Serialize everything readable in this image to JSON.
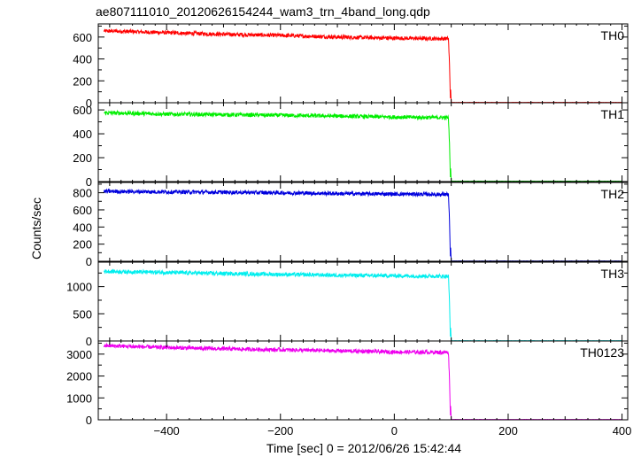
{
  "chart_data": {
    "type": "line",
    "title": "ae807111010_20120626154244_wam3_trn_4band_long.qdp",
    "xlabel": "Time [sec] 0 = 2012/06/26 15:42:44",
    "ylabel": "Counts/sec",
    "xlim": [
      -520,
      410
    ],
    "x_ticks": [
      -400,
      -200,
      0,
      200,
      400
    ],
    "x_tick_labels": [
      "−400",
      "−200",
      "0",
      "200",
      "400"
    ],
    "drop_time": 97,
    "grid": false,
    "panels": [
      {
        "name": "TH0",
        "color": "#ff0000",
        "ylim": [
          0,
          720
        ],
        "y_ticks": [
          0,
          200,
          400,
          600
        ],
        "x": [
          -500,
          -400,
          -300,
          -200,
          -100,
          0,
          95,
          100,
          200,
          300,
          400
        ],
        "y": [
          655,
          640,
          625,
          615,
          600,
          590,
          585,
          3,
          3,
          3,
          3
        ]
      },
      {
        "name": "TH1",
        "color": "#00ee00",
        "ylim": [
          0,
          660
        ],
        "y_ticks": [
          0,
          200,
          400,
          600
        ],
        "x": [
          -500,
          -400,
          -300,
          -200,
          -100,
          0,
          95,
          100,
          200,
          300,
          400
        ],
        "y": [
          575,
          565,
          560,
          555,
          548,
          540,
          535,
          3,
          3,
          3,
          3
        ]
      },
      {
        "name": "TH2",
        "color": "#0000dd",
        "ylim": [
          0,
          920
        ],
        "y_ticks": [
          0,
          200,
          400,
          600,
          800
        ],
        "x": [
          -500,
          -400,
          -300,
          -200,
          -100,
          0,
          95,
          100,
          200,
          300,
          400
        ],
        "y": [
          815,
          810,
          805,
          800,
          790,
          785,
          780,
          3,
          3,
          3,
          3
        ]
      },
      {
        "name": "TH3",
        "color": "#00eeee",
        "ylim": [
          0,
          1450
        ],
        "y_ticks": [
          0,
          500,
          1000
        ],
        "x": [
          -500,
          -400,
          -300,
          -200,
          -100,
          0,
          95,
          100,
          200,
          300,
          400
        ],
        "y": [
          1280,
          1260,
          1240,
          1225,
          1210,
          1200,
          1190,
          5,
          5,
          5,
          5
        ]
      },
      {
        "name": "TH0123",
        "color": "#ee00ee",
        "ylim": [
          0,
          3600
        ],
        "y_ticks": [
          0,
          1000,
          2000,
          3000
        ],
        "x": [
          -500,
          -400,
          -300,
          -200,
          -100,
          0,
          95,
          100,
          200,
          300,
          400
        ],
        "y": [
          3380,
          3300,
          3240,
          3200,
          3150,
          3100,
          3080,
          15,
          15,
          15,
          15
        ]
      }
    ]
  }
}
